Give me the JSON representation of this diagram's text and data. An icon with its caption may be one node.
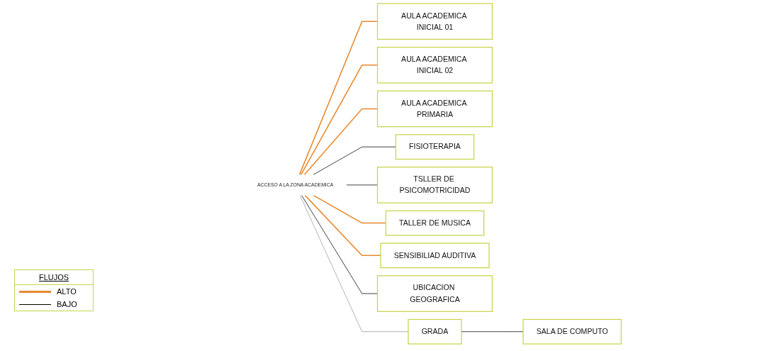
{
  "diagram": {
    "nodes": [
      {
        "text": [
          "ACCESO A LA ZONA ACADEMICA"
        ]
      },
      {
        "text": [
          "AULA ACADEMICA INICIAL 01"
        ]
      },
      {
        "text": [
          "AULA ACADEMICA INICIAL 02"
        ]
      },
      {
        "text": [
          "AULA ACADEMICA PRIMARIA"
        ]
      },
      {
        "text": [
          "FISIOTERAPIA"
        ]
      },
      {
        "text": [
          "TSLLER DE PSICOMOTRICIDAD"
        ]
      },
      {
        "text": [
          "TALLER DE MUSICA"
        ]
      },
      {
        "text": [
          "SENSIBILIAD AUDITIVA"
        ]
      },
      {
        "text": [
          "UBICACION GEOGRAFICA"
        ]
      },
      {
        "text": [
          "GRADA"
        ]
      },
      {
        "text": [
          "SALA DE COMPUTO"
        ]
      }
    ],
    "edges": [
      {
        "from": 0,
        "to": 1,
        "arrow": "none"
      },
      {
        "from": 0,
        "to": 2,
        "arrow": "none"
      },
      {
        "from": 0,
        "to": 3,
        "arrow": "none"
      },
      {
        "from": 0,
        "to": 4,
        "arrow": "none",
        "color": "#000000"
      },
      {
        "from": 0,
        "to": 5,
        "arrow": "none",
        "color": "#000000"
      },
      {
        "from": 0,
        "to": 8,
        "arrow": "none",
        "color": "#000000"
      },
      {
        "from": 0,
        "to": 6,
        "arrow": "none"
      },
      {
        "from": 0,
        "to": 7,
        "arrow": "none"
      },
      {
        "from": 0,
        "to": 9,
        "arrow": "none",
        "color": "#999999"
      },
      {
        "from": 9,
        "to": 10,
        "arrow": "none",
        "color": "#000000"
      }
    ],
    "labels": [
      "FLUJOS"
    ],
    "legend": [
      {
        "text": "ALTO"
      },
      {
        "text": "BAJO"
      }
    ]
  }
}
